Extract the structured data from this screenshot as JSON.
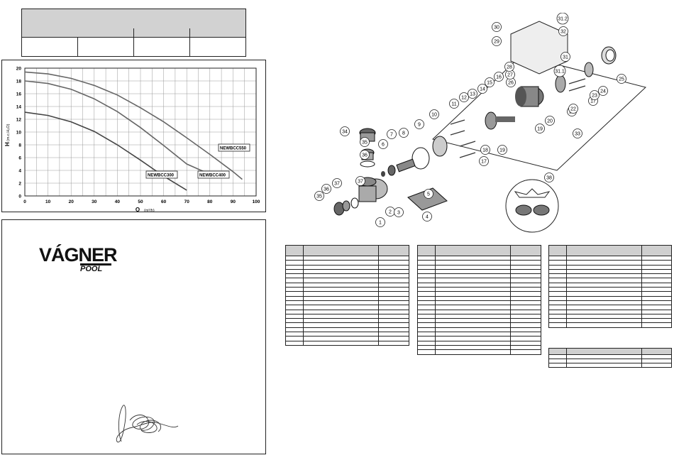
{
  "chart_data": {
    "type": "line",
    "title": "",
    "xlabel": "Q",
    "xlabel_unit": "(m³/h)",
    "ylabel": "H",
    "ylabel_unit": "(m.c.H₂O)",
    "xlim": [
      0,
      100
    ],
    "ylim": [
      0,
      20
    ],
    "x_ticks": [
      "0",
      "10",
      "20",
      "30",
      "40",
      "50",
      "60",
      "70",
      "80",
      "90",
      "100"
    ],
    "y_ticks": [
      "0",
      "2",
      "4",
      "6",
      "8",
      "10",
      "12",
      "14",
      "16",
      "18",
      "20"
    ],
    "grid": true,
    "series": [
      {
        "name": "NEWBCC300",
        "x": [
          0,
          10,
          20,
          30,
          40,
          50,
          60,
          70
        ],
        "y": [
          13.1,
          12.6,
          11.6,
          10.1,
          8.0,
          5.6,
          3.1,
          0.9
        ]
      },
      {
        "name": "NEWBCC400",
        "x": [
          0,
          10,
          20,
          30,
          40,
          50,
          60,
          70,
          80,
          82
        ],
        "y": [
          18.0,
          17.6,
          16.7,
          15.2,
          13.2,
          10.7,
          7.9,
          5.0,
          3.4,
          2.8
        ]
      },
      {
        "name": "NEWBCC550",
        "x": [
          0,
          10,
          20,
          30,
          40,
          50,
          60,
          70,
          80,
          90,
          94
        ],
        "y": [
          19.4,
          19.1,
          18.4,
          17.3,
          15.8,
          13.8,
          11.6,
          9.1,
          6.5,
          3.8,
          2.6
        ]
      }
    ]
  },
  "labels": {
    "nb300": "NEWBCC300",
    "nb400": "NEWBCC400",
    "nb550": "NEWBCC550"
  },
  "logo": {
    "text1": "VÁGNER",
    "text2": "POOL"
  },
  "callouts": [
    "1",
    "2",
    "3",
    "4",
    "5",
    "6",
    "7",
    "8",
    "9",
    "10",
    "11",
    "12",
    "13",
    "14",
    "15",
    "16",
    "17",
    "17",
    "18",
    "19",
    "19",
    "20",
    "21",
    "22",
    "23",
    "24",
    "25",
    "26",
    "27",
    "28",
    "29",
    "30",
    "31",
    "31.1",
    "31.2",
    "32",
    "33",
    "34",
    "35",
    "35",
    "36",
    "36",
    "37",
    "37",
    "38"
  ]
}
